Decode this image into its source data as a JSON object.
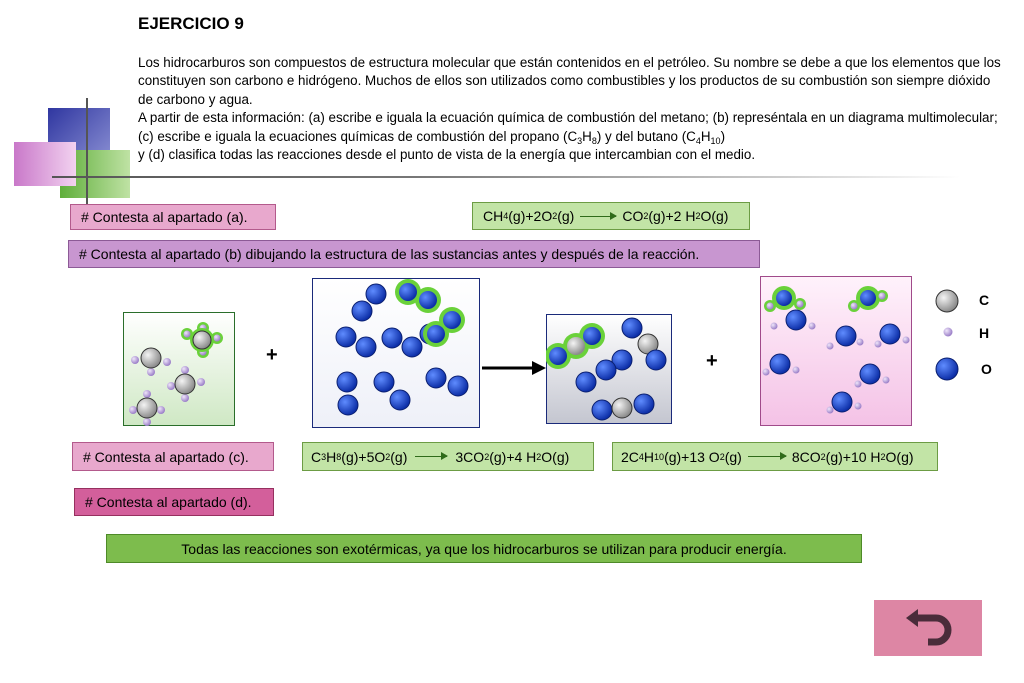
{
  "title": "EJERCICIO 9",
  "intro": {
    "p1": "Los hidrocarburos son compuestos de estructura molecular que están contenidos en el petróleo. Su nombre se debe a que los elementos que los constituyen son carbono e hidrógeno. Muchos de ellos son utilizados como combustibles y los productos de su combustión son siempre dióxido de carbono y agua.",
    "p2_start": "A partir de esta información: (a) escribe e iguala la ecuación química de combustión del metano; (b) represéntala en un diagrama multimolecular; (c) escribe e iguala la ecuaciones químicas de combustión del propano (C",
    "p2_sub1": "3",
    "p2_mid1": "H",
    "p2_sub2": "8",
    "p2_mid2": ") y del butano (C",
    "p2_sub3": "4",
    "p2_mid3": "H",
    "p2_sub4": "10",
    "p2_end": ")",
    "p3": "y (d) clasifica todas las reacciones desde el punto de vista de la energía que intercambian con el medio."
  },
  "labels": {
    "a": "# Contesta al apartado (a).",
    "b": "# Contesta al apartado (b) dibujando la estructura de las sustancias antes y después de la reacción.",
    "c": "# Contesta al apartado (c).",
    "d": "# Contesta al apartado (d)."
  },
  "eq_a": {
    "r1": "CH",
    "r1s": "4",
    "r2": "(g)+2O",
    "r2s": "2",
    "r3": "(g)",
    "p1": "CO",
    "p1s": "2",
    "p2": "(g)+2 H",
    "p2s": "2",
    "p3": "O(g)"
  },
  "eq_c1": {
    "r1": "C",
    "r1s": "3",
    "r2": "H",
    "r2s": "8",
    "r3": "(g)+5O",
    "r3s": "2",
    "r4": "(g)",
    "p1": "3CO",
    "p1s": "2",
    "p2": "(g)+4 H",
    "p2s": "2",
    "p3": "O(g)"
  },
  "eq_c2": {
    "r1": "2C",
    "r1s": "4",
    "r2": "H",
    "r2s": "10",
    "r3": "(g)+13 O",
    "r3s": "2",
    "r4": "(g)",
    "p1": "8CO",
    "p1s": "2",
    "p2": "(g)+10 H",
    "p2s": "2",
    "p3": "O(g)"
  },
  "plus_sign": "+",
  "legend": {
    "c": "C",
    "h": "H",
    "o": "O"
  },
  "answer_d": "Todas las reacciones son exotérmicas, ya que los hidrocarburos se utilizan para producir energía.",
  "icons": {
    "back": "return-arrow-icon"
  },
  "colors": {
    "oxygen": "#1f4fd6",
    "carbon": "#a9a9a9",
    "hydrogen": "#b49ad6",
    "highlight": "#6ad13a"
  }
}
